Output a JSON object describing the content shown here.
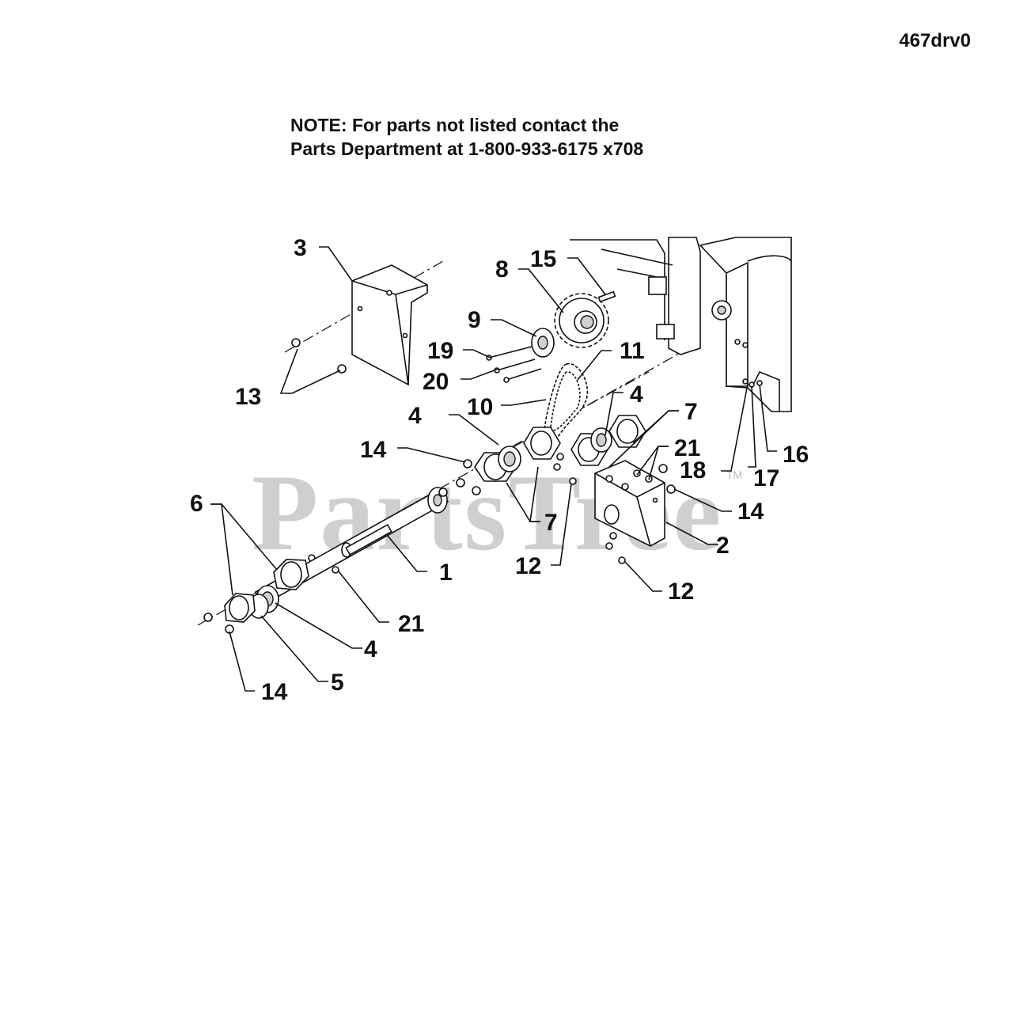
{
  "diagram": {
    "code": "467drv0",
    "note_lines": [
      "NOTE:  For parts not listed contact the",
      "Parts Department at 1-800-933-6175 x708"
    ],
    "watermark": "PartsTree",
    "watermark_mark": "TM",
    "callouts": {
      "c1": "1",
      "c2": "2",
      "c3": "3",
      "c4a": "4",
      "c4b": "4",
      "c4c": "4",
      "c5": "5",
      "c6": "6",
      "c7a": "7",
      "c7b": "7",
      "c8": "8",
      "c9": "9",
      "c10": "10",
      "c11": "11",
      "c12a": "12",
      "c12b": "12",
      "c13": "13",
      "c14a": "14",
      "c14b": "14",
      "c14c": "14",
      "c15": "15",
      "c16": "16",
      "c17": "17",
      "c18": "18",
      "c19": "19",
      "c20": "20",
      "c21a": "21",
      "c21b": "21"
    }
  }
}
